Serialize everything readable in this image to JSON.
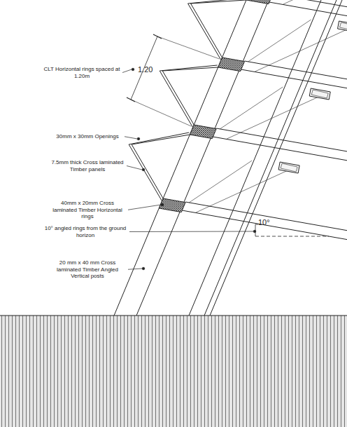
{
  "diagram": {
    "labels": [
      "CLT Horizontal rings spaced at 1.20m",
      "1.20",
      "30mm x 30mm Openings",
      "7.5mm thick Cross laminated Timber panels",
      "40mm x 20mm Cross laminated Timber Horizontal rings",
      "10° angled rings from the ground horizon",
      "10°",
      "20 mm x 40 mm Cross laminated Timber Angled Vertical posts"
    ]
  }
}
